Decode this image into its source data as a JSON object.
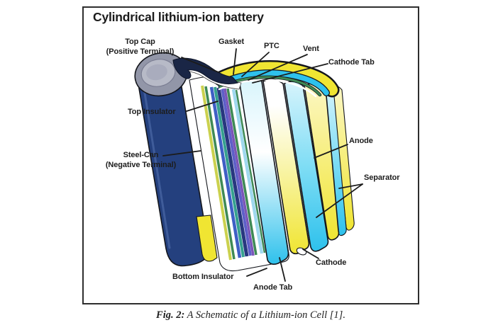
{
  "figure": {
    "title": "Cylindrical lithium-ion battery",
    "caption": {
      "prefix": "Fig. 2:",
      "text": " A Schematic of a Lithium-ion Cell [1]."
    },
    "labels": {
      "top_cap_line1": "Top Cap",
      "top_cap_line2": "(Positive Terminal)",
      "gasket": "Gasket",
      "ptc": "PTC",
      "vent": "Vent",
      "cathode_tab": "Cathode Tab",
      "top_insulator": "Top Insulator",
      "steel_can_line1": "Steel-Can",
      "steel_can_line2": "(Negative Terminal)",
      "anode": "Anode",
      "separator": "Separator",
      "cathode": "Cathode",
      "bottom_insulator": "Bottom Insulator",
      "anode_tab": "Anode Tab"
    },
    "colors": {
      "outline": "#1c1c1c",
      "can_navy": "#24407E",
      "can_highlight": "#44619F",
      "crimp_navy": "#1A2646",
      "cap_gray": "#9296A8",
      "cap_gray_light": "#B7BAC7",
      "cap_gray_mid": "#A9ACBD",
      "white": "#FFFFFF",
      "cyan_bright": "#2EC1EC",
      "cyan_mid": "#7FDDF5",
      "cyan_pale": "#D7F4FC",
      "yellow_bright": "#F0E532",
      "yellow_pale": "#FCF7C4",
      "green": "#3F8A55",
      "teal": "#35A08F",
      "blue": "#3E5FC5",
      "dark_blue": "#28377F",
      "indigo": "#5E5FC8",
      "purple": "#7A55B8",
      "lime": "#CBD14E",
      "light_blue": "#9FD8EE"
    }
  }
}
